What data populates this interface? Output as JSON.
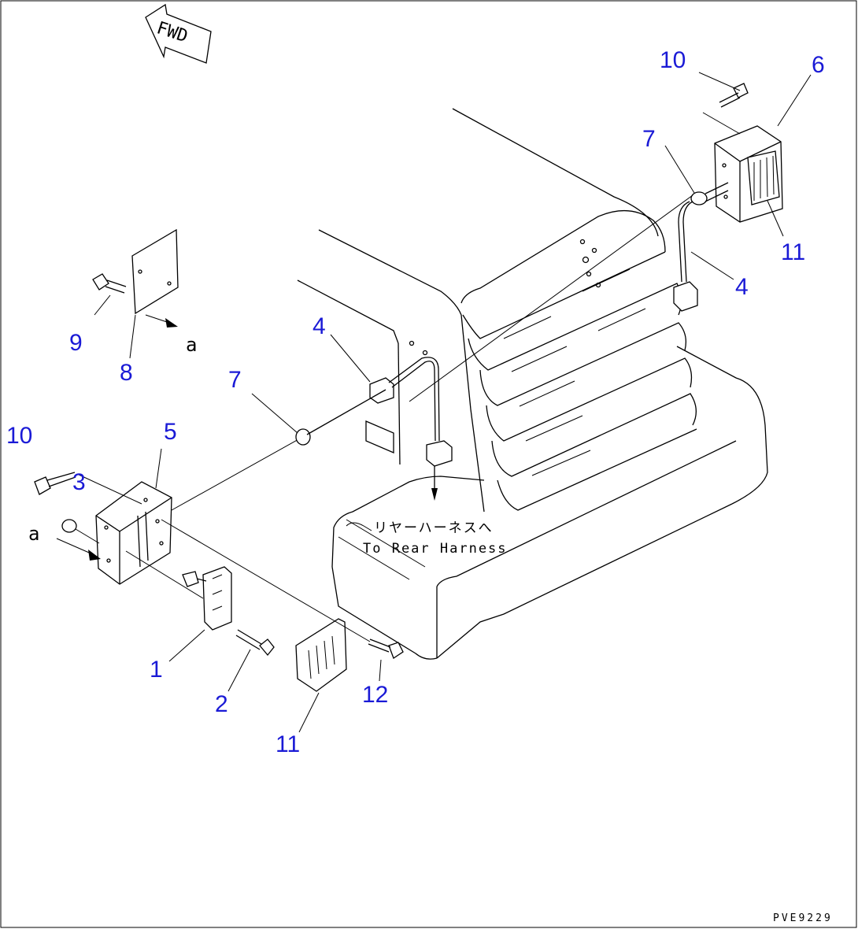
{
  "diagram": {
    "direction_label": "FWD",
    "note_japanese": "リヤーハーネスへ",
    "note_english": "To Rear Harness",
    "figure_code": "PVE9229",
    "callouts": [
      {
        "id": "c1",
        "text": "1"
      },
      {
        "id": "c2",
        "text": "2"
      },
      {
        "id": "c3",
        "text": "3"
      },
      {
        "id": "c4a",
        "text": "4"
      },
      {
        "id": "c4b",
        "text": "4"
      },
      {
        "id": "c5",
        "text": "5"
      },
      {
        "id": "c6",
        "text": "6"
      },
      {
        "id": "c7a",
        "text": "7"
      },
      {
        "id": "c7b",
        "text": "7"
      },
      {
        "id": "c8",
        "text": "8"
      },
      {
        "id": "c9",
        "text": "9"
      },
      {
        "id": "c10a",
        "text": "10"
      },
      {
        "id": "c10b",
        "text": "10"
      },
      {
        "id": "c11a",
        "text": "11"
      },
      {
        "id": "c11b",
        "text": "11"
      },
      {
        "id": "c12",
        "text": "12"
      }
    ],
    "view_refs": [
      {
        "id": "a1",
        "text": "a"
      },
      {
        "id": "a2",
        "text": "a"
      }
    ],
    "callout_color": "#1a1ad6"
  }
}
